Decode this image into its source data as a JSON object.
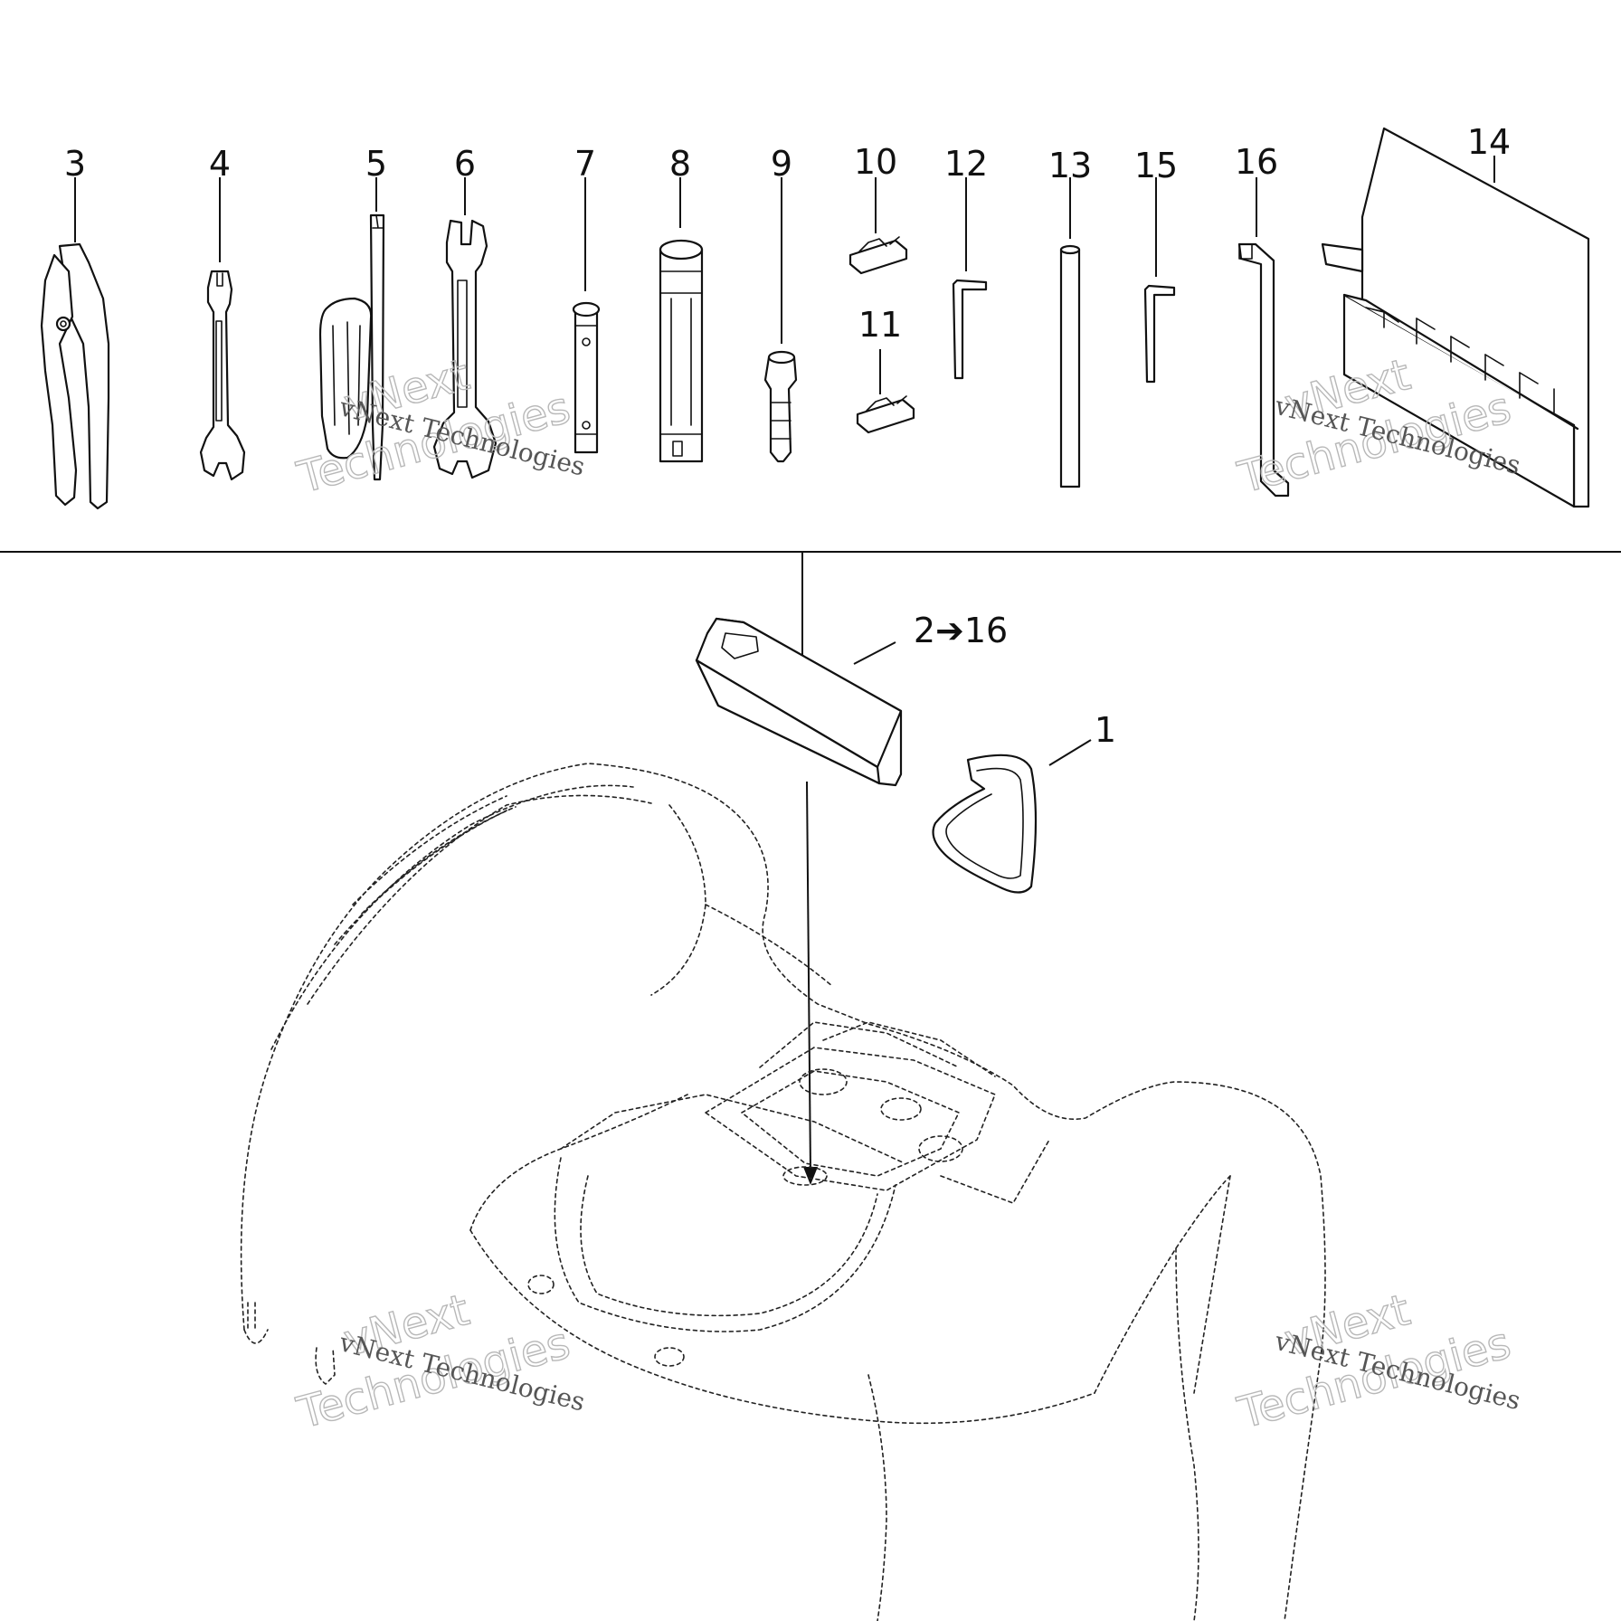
{
  "callouts": {
    "c1": "1",
    "c2_16": "2➔16",
    "c3": "3",
    "c4": "4",
    "c5": "5",
    "c6": "6",
    "c7": "7",
    "c8": "8",
    "c9": "9",
    "c10": "10",
    "c11": "11",
    "c12": "12",
    "c13": "13",
    "c14": "14",
    "c15": "15",
    "c16": "16"
  },
  "watermark": {
    "line1": "vNext",
    "line2": "Technologies",
    "line3": "vNext Technologies"
  }
}
